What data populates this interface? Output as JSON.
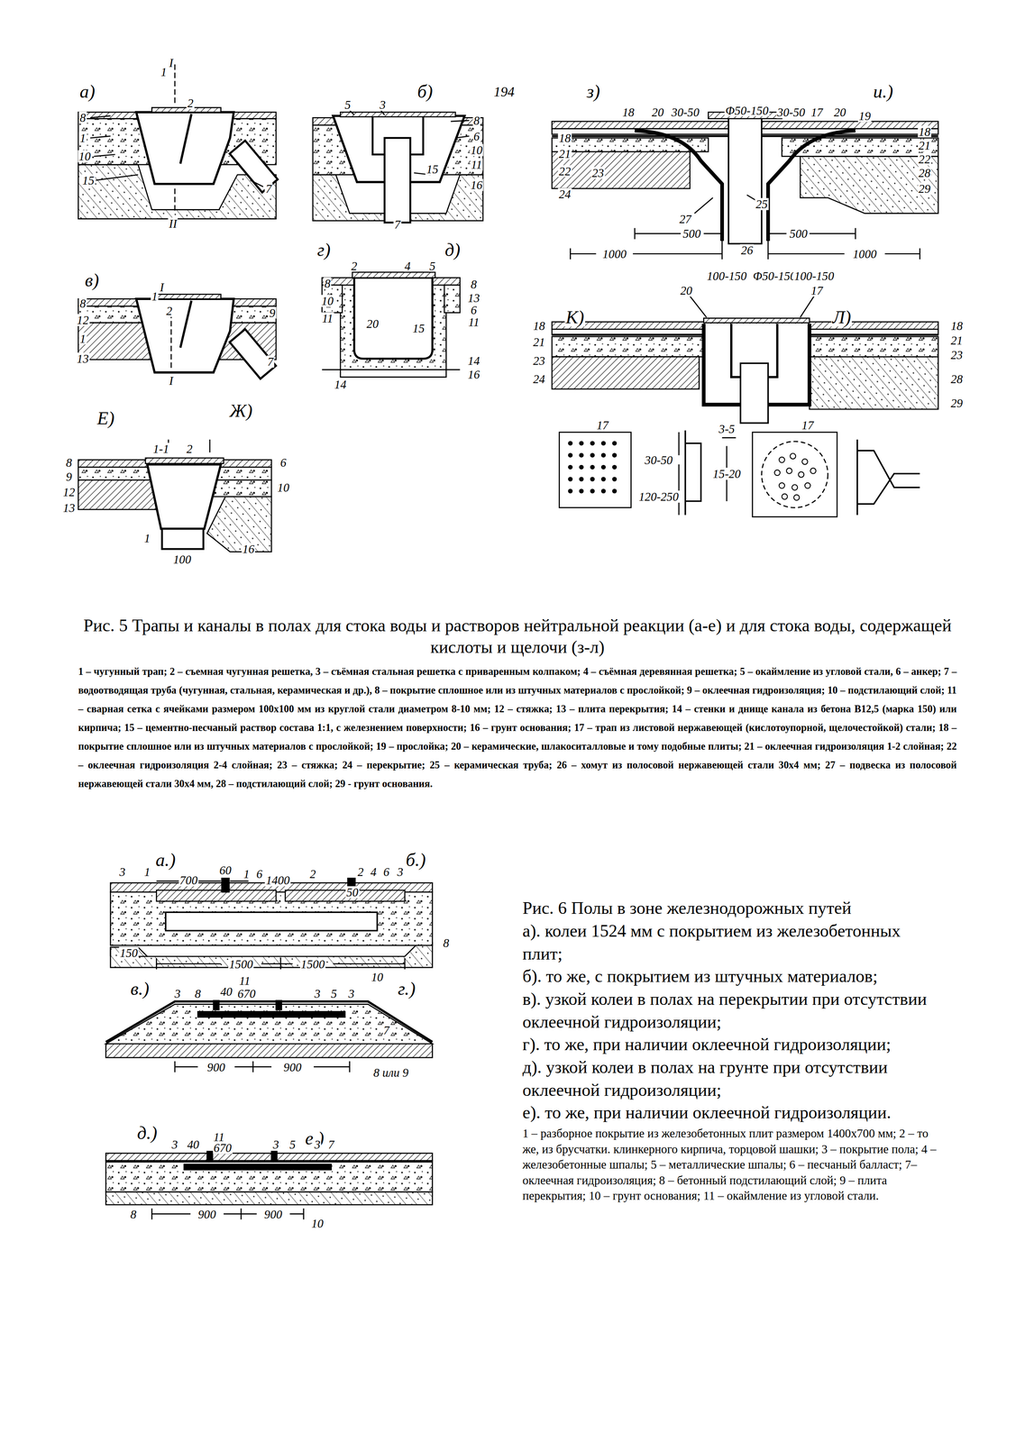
{
  "diagram": {
    "caption": "Рис. 5 Трапы и каналы в полах для стока воды и растворов нейтральной реакции (а-е) и для стока воды, содержащей кислоты и щелочи (з-л)",
    "labels": [
      "194",
      "а)",
      "1",
      "I",
      "б)",
      "з)",
      "и.)",
      "8",
      "2",
      "1",
      "10",
      "15",
      "7",
      "II",
      "5",
      "3",
      "8",
      "6",
      "10",
      "11",
      "15",
      "16",
      "7",
      "18",
      "20",
      "30-50",
      "Φ50-150",
      "30-50",
      "17",
      "20",
      "19",
      "18",
      "21",
      "22",
      "28",
      "29",
      "18",
      "21",
      "22",
      "24",
      "23",
      "25",
      "27",
      "500",
      "500",
      "26",
      "1000",
      "1000",
      "в)",
      "1",
      "I",
      "2",
      "8",
      "12",
      "1",
      "13",
      "9",
      "7",
      "I",
      "г)",
      "д)",
      "2",
      "4",
      "5",
      "8",
      "8",
      "10",
      "11",
      "13",
      "6",
      "11",
      "20",
      "15",
      "14",
      "14",
      "16",
      "Е)",
      "Ж)",
      "1-1",
      "2",
      "8",
      "9",
      "12",
      "13",
      "6",
      "10",
      "1",
      "16",
      "100",
      "К)",
      "Л)",
      "100-150",
      "Φ50-150",
      "100-150",
      "20",
      "17",
      "18",
      "21",
      "23",
      "24",
      "18",
      "21",
      "23",
      "28",
      "29",
      "17",
      "30-50",
      "3-5",
      "120-250",
      "15-20",
      "17",
      "а.)",
      "б.)",
      "3",
      "1",
      "700",
      "60",
      "1",
      "6",
      "1400",
      "2",
      "50",
      "2",
      "4",
      "6",
      "3",
      "8",
      "10",
      "150",
      "1500",
      "1500",
      "в.)",
      "г.)",
      "3",
      "8",
      "40",
      "11",
      "670",
      "3",
      "5",
      "3",
      "7",
      "900",
      "900",
      "8 или 9",
      "д.)",
      "е.)",
      "3",
      "40",
      "11",
      "670",
      "3",
      "5",
      "3",
      "7",
      "8",
      "900",
      "900",
      "10",
      "1 – чугунный трап; 2 – съемная чугунная решетка, 3 – съёмная стальная решетка с приваренным колпаком; 4 – съёмная деревянная решетка; 5 – окаймление из угловой стали, 6 – анкер; 7 – водоотводящая труба (чугунная, стальная, керамическая и др.), 8 – покрытие сплошное или из штучных материалов с прослойкой; 9 – оклеечная гидроизоляция; 10 – подстилающий слой; 11 – сварная сетка с ячейками размером 100х100 мм из круглой стали диаметром 8-10 мм; 12 – стяжка; 13 – плита перекрытия; 14 – стенки и днище канала из бетона В12,5 (марка 150) или кирпича; 15 – цементно-песчаный раствор состава 1:1, с железнением поверхности; 16 – грунт основания; 17 – трап из листовой нержавеющей (кислотоупорной, щелочестойкой) стали; 18 – покрытие сплошное или из штучных материалов с прослойкой; 19 – прослойка; 20 – керамические, шлакоситалловые и тому подобные плиты; 21 – оклеечная гидроизоляция 1-2 слойная; 22 – оклеечная гидроизоляция 2-4 слойная; 23 – стяжка; 24 – перекрытие; 25 – керамическая труба; 26 – хомут из полосовой нержавеющей стали 30х4 мм; 27 – подвеска из полосовой нержавеющей стали 30х4 мм, 28 – подстилающий слой; 29 - грунт основания.",
      "Рис. 6 Полы в зоне железнодорожных путей",
      "а). колеи 1524 мм с покрытием из железобетонных плит;",
      "б). то же, с покрытием из штучных материалов;",
      "в). узкой колеи в полах на перекрытии при отсутствии оклеечной гидроизоляции;",
      "г). то же, при наличии оклеечной гидроизоляции;",
      "д). узкой колеи в полах на грунте при отсутствии оклеечной гидроизоляции;",
      "е). то же, при наличии оклеечной гидроизоляции.",
      "1 – разборное покрытие из железобетонных плит размером 1400х700 мм; 2 – то же, из брусчатки. клинкерного кирпича, торцовой шашки; 3 – покрытие пола; 4 – железобетонные шпалы; 5 – металлические шпалы; 6 – песчаный балласт; 7– оклеечная гидроизоляция; 8 – бетонный подстилающий слой; 9 – плита перекрытия; 10 – грунт основания; 11 – окаймление из угловой стали."
    ]
  }
}
